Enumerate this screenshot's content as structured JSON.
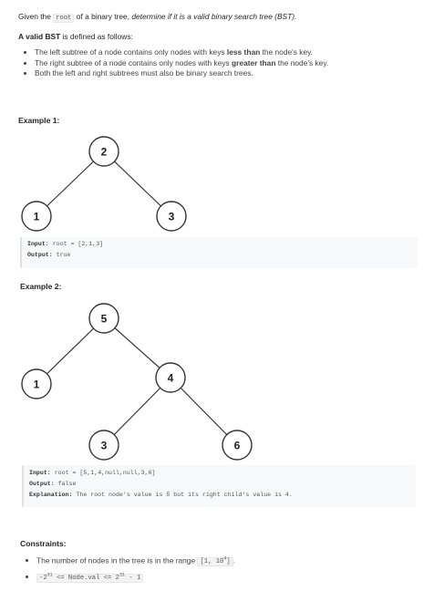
{
  "intro": {
    "prefix": "Given the ",
    "code": "root",
    "middle": " of a binary tree, ",
    "emph": "determine if it is a valid binary search tree (BST)."
  },
  "definition": {
    "bold": "A valid BST",
    "rest": " is defined as follows:"
  },
  "rules": [
    {
      "pre": "The left subtree of a node contains only nodes with keys ",
      "bold": "less than",
      "post": " the node's key."
    },
    {
      "pre": "The right subtree of a node contains only nodes with keys ",
      "bold": "greater than",
      "post": " the node's key."
    },
    {
      "pre": "Both the left and right subtrees must also be binary search trees.",
      "bold": "",
      "post": ""
    }
  ],
  "example1": {
    "heading": "Example 1:",
    "nodes": [
      "2",
      "1",
      "3"
    ],
    "input_label": "Input:",
    "input_value": " root = [2,1,3]",
    "output_label": "Output:",
    "output_value": " true"
  },
  "example2": {
    "heading": "Example 2:",
    "nodes": [
      "5",
      "1",
      "4",
      "3",
      "6"
    ],
    "input_label": "Input:",
    "input_value": " root = [5,1,4,null,null,3,6]",
    "output_label": "Output:",
    "output_value": " false",
    "explanation_label": "Explanation:",
    "explanation_value": " The root node's value is 5 but its right child's value is 4."
  },
  "constraints": {
    "heading": "Constraints:",
    "c1_pre": "The number of nodes in the tree is in the range ",
    "c1_code": "[1, 10",
    "c1_code_sup": "4",
    "c1_code_end": "]",
    "c1_post": ".",
    "c2_a": "-2",
    "c2_a_sup": "31",
    "c2_b": " <= Node.val <= 2",
    "c2_b_sup": "31",
    "c2_c": " - 1"
  }
}
